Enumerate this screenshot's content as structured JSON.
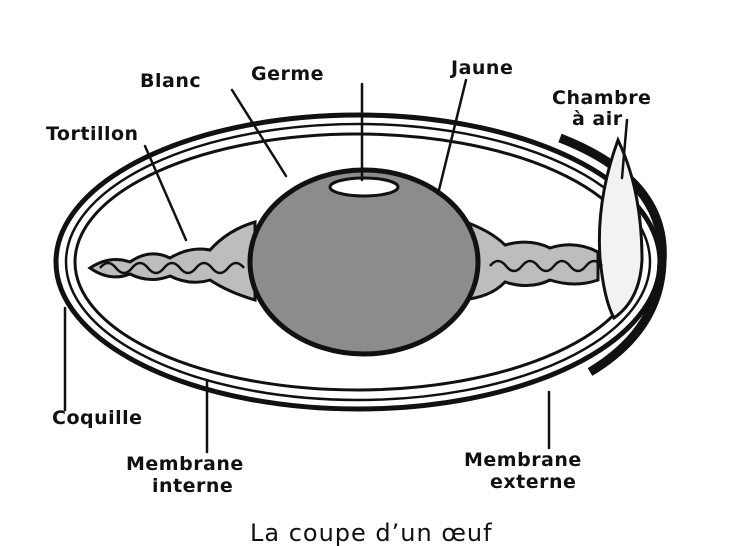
{
  "labels": {
    "blanc": "Blanc",
    "germe": "Germe",
    "jaune": "Jaune",
    "chambre_line1": "Chambre",
    "chambre_line2": "à air",
    "tortillon": "Tortillon",
    "coquille": "Coquille",
    "membrane_interne_line1": "Membrane",
    "membrane_interne_line2": "interne",
    "membrane_externe_line1": "Membrane",
    "membrane_externe_line2": "externe"
  },
  "caption": "La coupe d’un œuf",
  "colors": {
    "outline": "#111111",
    "yolk": "#8c8c8c",
    "chalaza": "#bdbdbd",
    "air_chamber": "#f2f2f2",
    "white": "#ffffff"
  }
}
